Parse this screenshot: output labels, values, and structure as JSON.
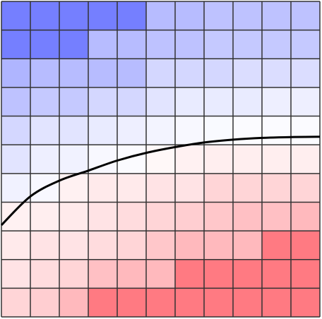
{
  "chart_data": {
    "type": "heatmap",
    "rows": 11,
    "cols": 11,
    "grid": true,
    "colors": {
      "negative": "#6e78ff",
      "positive": "#ff737b",
      "neutral": "#ffffff",
      "gridline": "#333333",
      "curve": "#000000"
    },
    "value_range": [
      -1,
      1
    ],
    "values": [
      [
        -0.95,
        -0.95,
        -0.95,
        -0.95,
        -0.95,
        -0.5,
        -0.5,
        -0.45,
        -0.45,
        -0.45,
        -0.45
      ],
      [
        -0.95,
        -0.95,
        -0.95,
        -0.5,
        -0.5,
        -0.45,
        -0.45,
        -0.4,
        -0.4,
        -0.4,
        -0.4
      ],
      [
        -0.55,
        -0.5,
        -0.5,
        -0.5,
        -0.5,
        -0.3,
        -0.3,
        -0.3,
        -0.25,
        -0.25,
        -0.25
      ],
      [
        -0.45,
        -0.4,
        -0.4,
        -0.3,
        -0.3,
        -0.2,
        -0.15,
        -0.15,
        -0.15,
        -0.12,
        -0.12
      ],
      [
        -0.3,
        -0.2,
        -0.2,
        -0.15,
        -0.12,
        -0.08,
        -0.05,
        -0.04,
        -0.03,
        -0.03,
        -0.03
      ],
      [
        -0.2,
        -0.12,
        -0.1,
        -0.05,
        -0.03,
        0.05,
        0.1,
        0.12,
        0.12,
        0.12,
        0.12
      ],
      [
        -0.1,
        -0.05,
        0.1,
        0.15,
        0.15,
        0.2,
        0.2,
        0.3,
        0.3,
        0.3,
        0.3
      ],
      [
        0.1,
        0.12,
        0.15,
        0.2,
        0.25,
        0.3,
        0.35,
        0.4,
        0.45,
        0.45,
        0.5
      ],
      [
        0.15,
        0.2,
        0.2,
        0.25,
        0.3,
        0.4,
        0.5,
        0.5,
        0.5,
        0.95,
        0.95
      ],
      [
        0.2,
        0.25,
        0.3,
        0.45,
        0.5,
        0.5,
        0.95,
        0.95,
        0.95,
        0.95,
        0.95
      ],
      [
        0.3,
        0.35,
        0.5,
        0.95,
        0.95,
        0.95,
        0.95,
        0.95,
        0.95,
        0.95,
        0.95
      ]
    ],
    "curve": {
      "x": [
        0,
        1,
        2,
        3,
        4,
        5,
        6,
        7,
        8,
        9,
        10,
        11
      ],
      "y": [
        3.2,
        4.2,
        4.75,
        5.1,
        5.45,
        5.72,
        5.92,
        6.08,
        6.18,
        6.24,
        6.27,
        6.28
      ]
    },
    "xlim": [
      0,
      11
    ],
    "ylim": [
      0,
      11
    ]
  }
}
